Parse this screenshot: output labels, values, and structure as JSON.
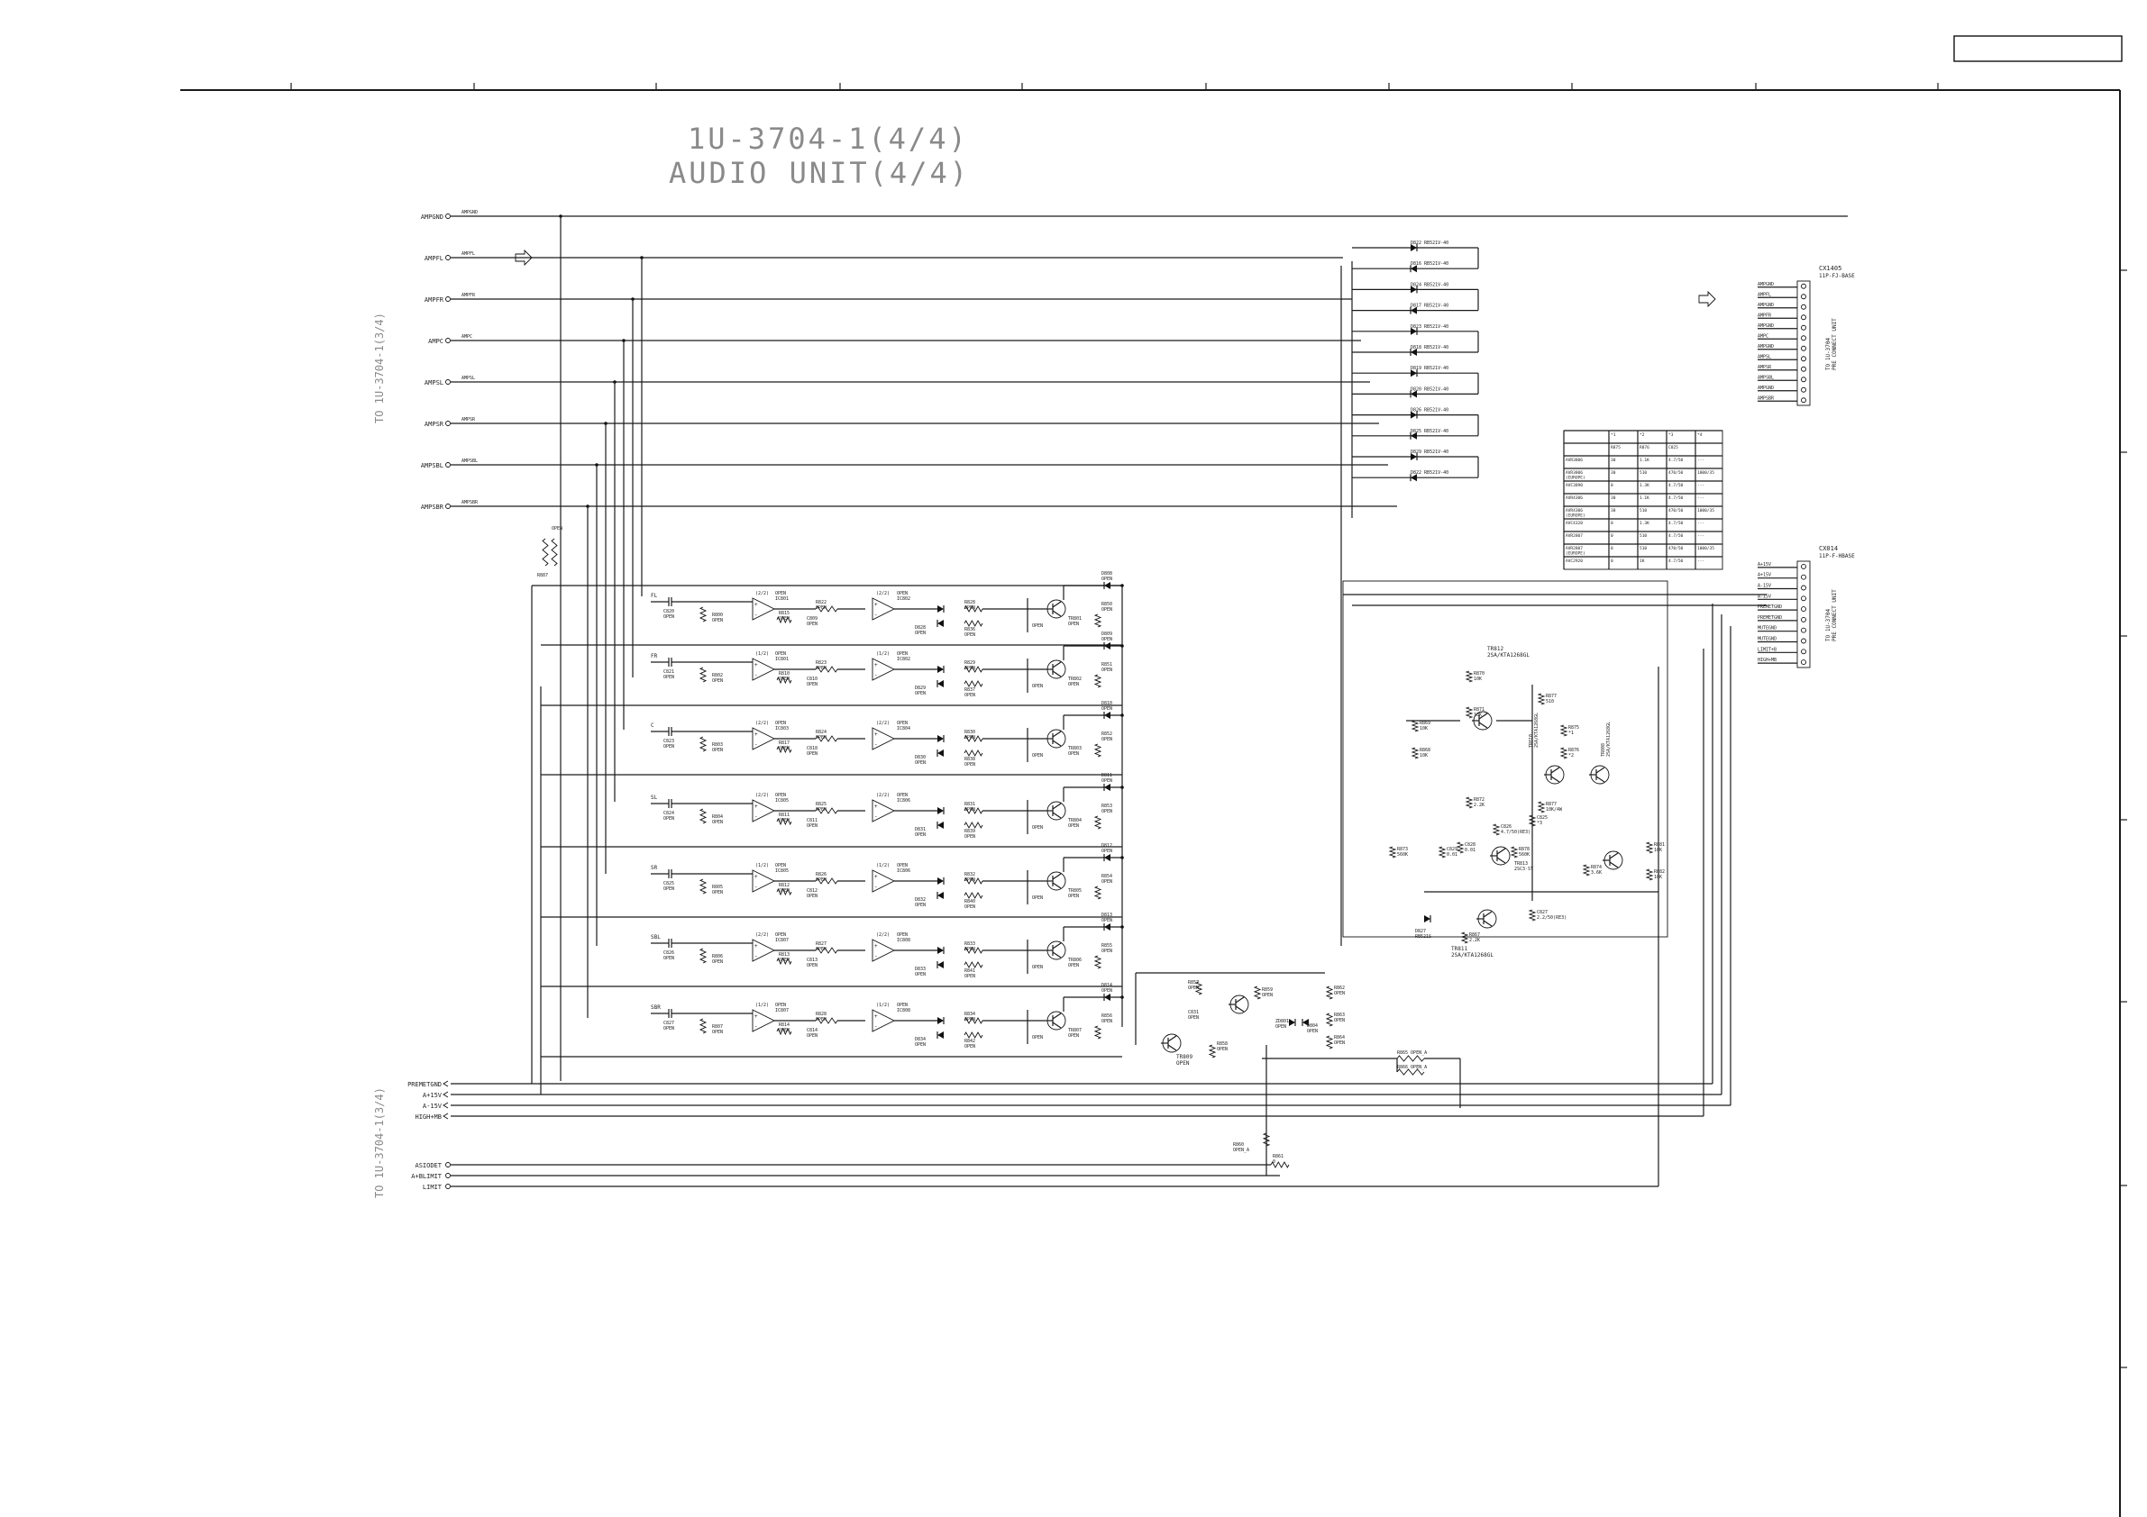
{
  "title": {
    "line1": "1U-3704-1(4/4)",
    "line2": "AUDIO UNIT(4/4)"
  },
  "side_labels": {
    "top": "TO 1U-3704-1(3/4)",
    "bottom": "TO 1U-3704-1(3/4)"
  },
  "left_inputs": [
    "AMPGND",
    "AMPFL",
    "AMPFR",
    "AMPC",
    "AMPSL",
    "AMPSR",
    "AMPSBL",
    "AMPSBR"
  ],
  "bottom_inputs": [
    "PREMETGND",
    "A+15V",
    "A-15V",
    "HIGH+MB",
    "ASIODET",
    "A+BLIMIT",
    "LIMIT"
  ],
  "cx_top": {
    "name": "CX1405",
    "desc": "11P-FJ-BASE",
    "dest": "TO 1U-3704\nPRE CONNECT UNIT",
    "pins": [
      "AMPGND",
      "AMPFL",
      "AMPGND",
      "AMPFR",
      "AMPGND",
      "AMPC",
      "AMPGND",
      "AMPSL",
      "AMPSR",
      "AMPSBL",
      "AMPGND",
      "AMPSBR"
    ]
  },
  "cx_bottom": {
    "name": "CX014",
    "desc": "11P-F-HBASE",
    "dest": "TO 1U-3704\nPRE CONNECT UNIT",
    "pins": [
      "A+15V",
      "A+15V",
      "A-15V",
      "A-15V",
      "PREMETGND",
      "PREMETGND",
      "MUTEGND",
      "MUTEGND",
      "LIMIT+B",
      "HIGH+MB"
    ]
  },
  "diodes": [
    {
      "ref": "D822",
      "part": "RB521V-40"
    },
    {
      "ref": "D816",
      "part": "RB521V-40"
    },
    {
      "ref": "D824",
      "part": "RB521V-40"
    },
    {
      "ref": "D817",
      "part": "RB521V-40"
    },
    {
      "ref": "D823",
      "part": "RB521V-40"
    },
    {
      "ref": "D818",
      "part": "RB521V-40"
    },
    {
      "ref": "D819",
      "part": "RB521V-40"
    },
    {
      "ref": "D820",
      "part": "RB521V-40"
    },
    {
      "ref": "D826",
      "part": "RB521V-40"
    },
    {
      "ref": "D825",
      "part": "RB521V-40"
    },
    {
      "ref": "D829",
      "part": "RB521V-40"
    },
    {
      "ref": "D822",
      "part": "RB521V-40"
    }
  ],
  "option_table": {
    "header1": [
      "",
      "*1",
      "*2",
      "*3",
      "*4"
    ],
    "header2": [
      "",
      "R875",
      "R876",
      "C825",
      ""
    ],
    "rows": [
      [
        "AVR3806",
        "30",
        "1.1K",
        "4.7/50",
        "---"
      ],
      [
        "AVR3806\n(EUROPE)",
        "30",
        "510",
        "470/50",
        "1000/35"
      ],
      [
        "AVC3890",
        "0",
        "1.3K",
        "4.7/50",
        "---"
      ],
      [
        "AVR4306",
        "30",
        "1.1K",
        "4.7/50",
        "---"
      ],
      [
        "AVR4306\n(EUROPE)",
        "30",
        "510",
        "470/50",
        "1000/35"
      ],
      [
        "AVC4320",
        "0",
        "1.3K",
        "4.7/50",
        "---"
      ],
      [
        "AVR2807",
        "0",
        "510",
        "4.7/50",
        "---"
      ],
      [
        "AVR2807\n(EUROPE)",
        "0",
        "510",
        "470/50",
        "1000/35"
      ],
      [
        "AVC2920",
        "0",
        "1K",
        "4.7/50",
        "---"
      ]
    ]
  },
  "channels": [
    {
      "in": "FL",
      "cap": "C820",
      "r1": "R800",
      "r2": "R815",
      "ic1": "IC801",
      "ic1u": "(2/2)",
      "c2": "C809",
      "r3": "R822",
      "ic2": "IC802",
      "ic2u": "(2/2)",
      "d": "D828",
      "r4": "R828",
      "r5": "R836",
      "q": "TR801",
      "r6": "R850",
      "dd": "D808"
    },
    {
      "in": "FR",
      "cap": "C821",
      "r1": "R802",
      "r2": "R810",
      "ic1": "IC801",
      "ic1u": "(1/2)",
      "c2": "C810",
      "r3": "R823",
      "ic2": "IC802",
      "ic2u": "(1/2)",
      "d": "D829",
      "r4": "R829",
      "r5": "R837",
      "q": "TR802",
      "r6": "R851",
      "dd": "D809"
    },
    {
      "in": "C",
      "cap": "C823",
      "r1": "R803",
      "r2": "R817",
      "ic1": "IC803",
      "ic1u": "(2/2)",
      "c2": "C818",
      "r3": "R824",
      "ic2": "IC804",
      "ic2u": "(2/2)",
      "d": "D830",
      "r4": "R830",
      "r5": "R838",
      "q": "TR803",
      "r6": "R852",
      "dd": "D810"
    },
    {
      "in": "SL",
      "cap": "C824",
      "r1": "R804",
      "r2": "R811",
      "ic1": "IC805",
      "ic1u": "(2/2)",
      "c2": "C811",
      "r3": "R825",
      "ic2": "IC806",
      "ic2u": "(2/2)",
      "d": "D831",
      "r4": "R831",
      "r5": "R839",
      "q": "TR804",
      "r6": "R853",
      "dd": "D811"
    },
    {
      "in": "SR",
      "cap": "C825",
      "r1": "R805",
      "r2": "R812",
      "ic1": "IC805",
      "ic1u": "(1/2)",
      "c2": "C812",
      "r3": "R826",
      "ic2": "IC806",
      "ic2u": "(1/2)",
      "d": "D832",
      "r4": "R832",
      "r5": "R840",
      "q": "TR805",
      "r6": "R854",
      "dd": "D812"
    },
    {
      "in": "SBL",
      "cap": "C826",
      "r1": "R806",
      "r2": "R813",
      "ic1": "IC807",
      "ic1u": "(2/2)",
      "c2": "C813",
      "r3": "R827",
      "ic2": "IC808",
      "ic2u": "(2/2)",
      "d": "D833",
      "r4": "R833",
      "r5": "R841",
      "q": "TR806",
      "r6": "R855",
      "dd": "D813"
    },
    {
      "in": "SBR",
      "cap": "C827",
      "r1": "R807",
      "r2": "R814",
      "ic1": "IC807",
      "ic1u": "(1/2)",
      "c2": "C814",
      "r3": "R828",
      "ic2": "IC808",
      "ic2u": "(1/2)",
      "d": "D834",
      "r4": "R834",
      "r5": "R842",
      "q": "TR807",
      "r6": "R856",
      "dd": "D814"
    }
  ],
  "open_label": "OPEN",
  "right_block": {
    "q_top": "TR812\n2SA/KTA1268GL",
    "q_bottom": "TR811\n2SA/KTA1268GL",
    "q_mid1": "TR810\n2SA/KTA1268GL",
    "q_mid2": "TR808\n2SA/KTA1268GL",
    "q_mid3": "TR813\n2SC3·ST",
    "parts": [
      {
        "ref": "R870",
        "val": "10K"
      },
      {
        "ref": "R871",
        "val": "10K"
      },
      {
        "ref": "R877",
        "val": "510"
      },
      {
        "ref": "R869",
        "val": "10K"
      },
      {
        "ref": "R868",
        "val": "10K"
      },
      {
        "ref": "R875",
        "val": "*1"
      },
      {
        "ref": "R876",
        "val": "*2"
      },
      {
        "ref": "R872",
        "val": "2.2K"
      },
      {
        "ref": "R877",
        "val": "10K/4W"
      },
      {
        "ref": "R878",
        "val": "560K"
      },
      {
        "ref": "R873",
        "val": "560K"
      },
      {
        "ref": "R874",
        "val": "3.6K"
      },
      {
        "ref": "R881",
        "val": "10K"
      },
      {
        "ref": "R882",
        "val": "10K"
      },
      {
        "ref": "R867",
        "val": "2.2K"
      },
      {
        "ref": "C825",
        "val": "*3"
      },
      {
        "ref": "C826",
        "val": "4.7/50(RE3)"
      },
      {
        "ref": "C829",
        "val": "0.01"
      },
      {
        "ref": "C828",
        "val": "0.01"
      },
      {
        "ref": "C827",
        "val": "2.2/50(RE3)"
      }
    ]
  },
  "bottom_block": {
    "tr809": "TR809\nOPEN",
    "r857": "R857\nOPEN",
    "r858": "R858\nOPEN",
    "c831": "C831\nOPEN",
    "r859": "R859\nOPEN",
    "r862": "R862\nOPEN",
    "r863": "R863\nOPEN",
    "r864": "R864\nOPEN",
    "zd801": "ZD801\nOPEN",
    "d804": "D804\nOPEN",
    "r860": "R860\nOPEN_A",
    "r861": "R861\n0",
    "r865": "R865 OPEN_A",
    "r866": "R866 OPEN_A"
  }
}
